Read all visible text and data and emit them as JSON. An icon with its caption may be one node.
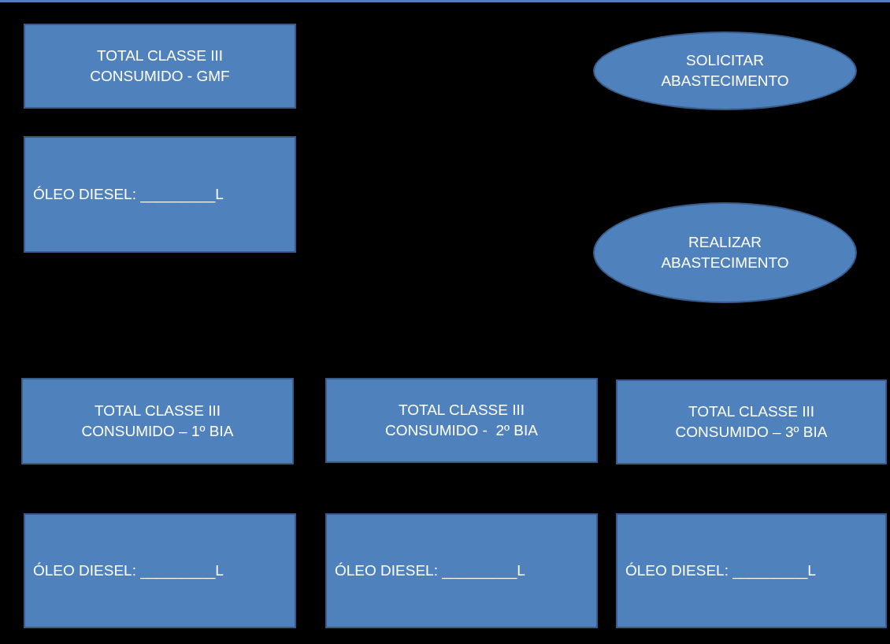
{
  "diagram": {
    "nodes": [
      {
        "text": [
          "TOTAL CLASSE III CONSUMIDO - GMF"
        ]
      },
      {
        "text": [
          "SOLICITAR ABASTECIMENTO"
        ]
      },
      {
        "text": [
          "ÓLEO DIESEL: _________L"
        ]
      },
      {
        "text": [
          "REALIZAR ABASTECIMENTO"
        ]
      },
      {
        "text": [
          "TOTAL CLASSE III CONSUMIDO – 1º BIA"
        ]
      },
      {
        "text": [
          "TOTAL CLASSE III CONSUMIDO -  2º BIA"
        ]
      },
      {
        "text": [
          "TOTAL CLASSE III CONSUMIDO – 3º BIA"
        ]
      },
      {
        "text": [
          "ÓLEO DIESEL: _________L"
        ]
      },
      {
        "text": [
          "ÓLEO DIESEL: _________L"
        ]
      },
      {
        "text": [
          "ÓLEO DIESEL: _________L"
        ]
      }
    ]
  }
}
